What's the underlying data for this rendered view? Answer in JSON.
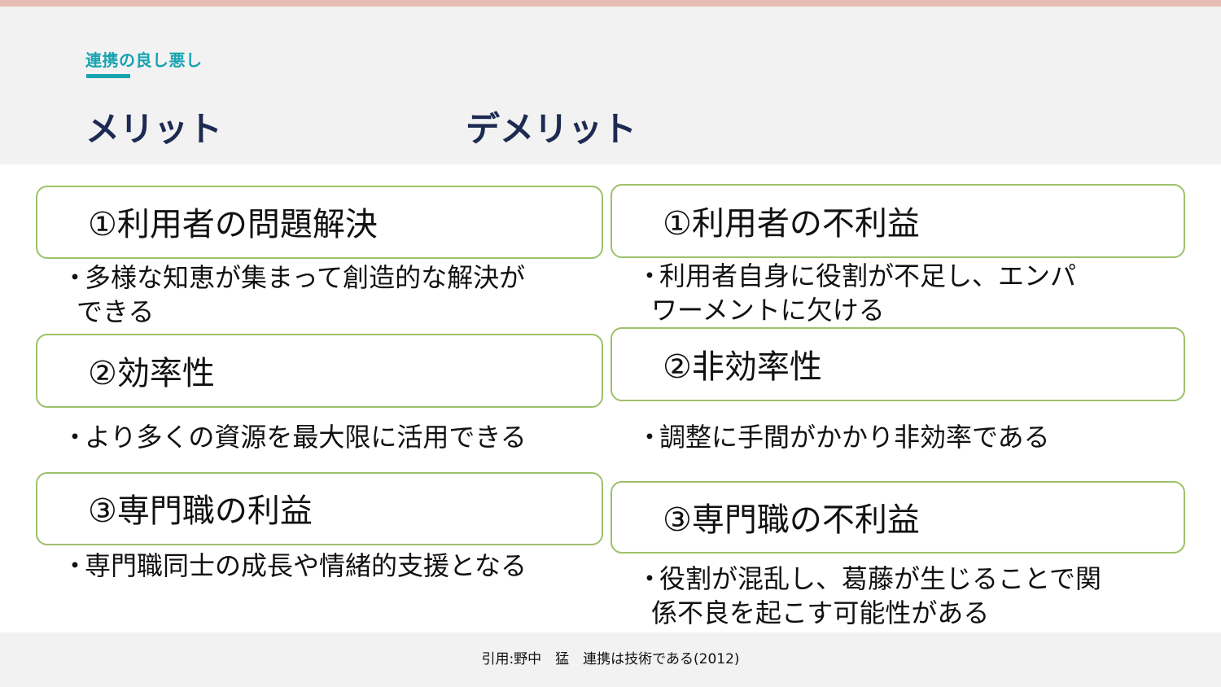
{
  "header": {
    "section_label": "連携の良し悪し",
    "merit_heading": "メリット",
    "demerit_heading": "デメリット"
  },
  "merits": [
    {
      "title": "①利用者の問題解決",
      "bullet_mark": "・",
      "text_line1": "多様な知恵が集まって創造的な解決が",
      "text_line2": "できる"
    },
    {
      "title": "②効率性",
      "bullet_mark": "・",
      "text_line1": "より多くの資源を最大限に活用できる",
      "text_line2": ""
    },
    {
      "title": "③専門職の利益",
      "bullet_mark": "・",
      "text_line1": "専門職同士の成長や情緒的支援となる",
      "text_line2": ""
    }
  ],
  "demerits": [
    {
      "title": "①利用者の不利益",
      "bullet_mark": "・",
      "text_line1": "利用者自身に役割が不足し、エンパ",
      "text_line2": "ワーメントに欠ける"
    },
    {
      "title": "②非効率性",
      "bullet_mark": "・",
      "text_line1": "調整に手間がかかり非効率である",
      "text_line2": ""
    },
    {
      "title": "③専門職の不利益",
      "bullet_mark": "・",
      "text_line1": "役割が混乱し、葛藤が生じることで関",
      "text_line2": "係不良を起こす可能性がある"
    }
  ],
  "footer": {
    "citation": "引用:野中　猛　連携は技術である(2012)"
  },
  "colors": {
    "accent_teal": "#17a3b0",
    "heading_navy": "#1d2b52",
    "box_border_green": "#9dc16a",
    "top_bar_pink": "#e8bcb4"
  }
}
